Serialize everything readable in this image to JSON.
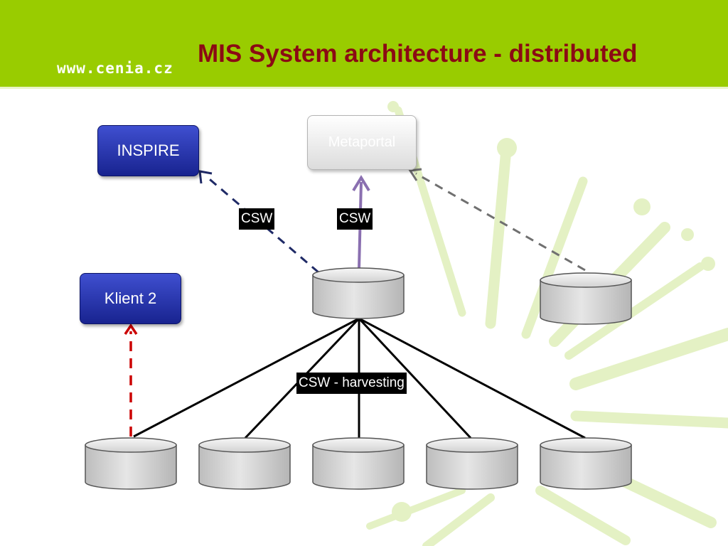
{
  "header": {
    "site": "www.cenia.cz",
    "title": "MIS System architecture - distributed"
  },
  "nodes": {
    "inspire": "INSPIRE",
    "metaportal": "Metaportal",
    "klient2": "Klient 2"
  },
  "edge_labels": {
    "csw_left": "CSW",
    "csw_center": "CSW",
    "harvesting": "CSW - harvesting"
  },
  "colors": {
    "header_green": "#99cc00",
    "title_red": "#8b0a14",
    "node_blue": "#1f2a9f",
    "dash_navy": "#1f2a66",
    "arrow_purple": "#8a6fb0",
    "dash_gray": "#707070",
    "dash_red": "#cc0000",
    "decor_green": "#e4f1c4"
  }
}
